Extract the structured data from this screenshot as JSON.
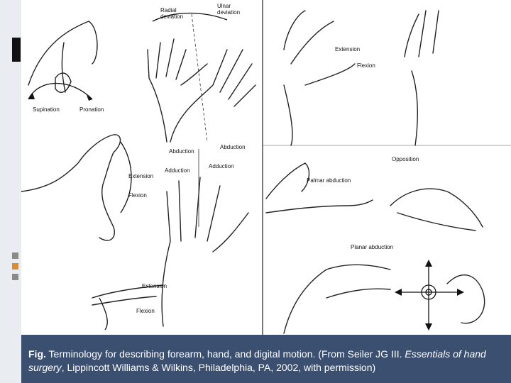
{
  "figure": {
    "labels": {
      "radial_deviation": "Radial\ndeviation",
      "ulnar_deviation": "Ulnar\ndeviation",
      "extension_top": "Extension",
      "flexion_top": "Flexion",
      "supination": "Supination",
      "pronation": "Pronation",
      "abduction_a": "Abduction",
      "abduction_b": "Abduction",
      "adduction_a": "Adduction",
      "adduction_b": "Adduction",
      "extension_wrist": "Extension",
      "flexion_wrist": "Flexion",
      "opposition": "Opposition",
      "palmar_abduction": "Palmar abduction",
      "planar_abduction": "Planar abduction",
      "extension_finger": "Extension",
      "flexion_finger": "Flexion"
    }
  },
  "caption": {
    "prefix": "Fig.",
    "text_1": " Terminology for describing forearm, hand, and digital motion. (From Seiler JG III. ",
    "italic_1": "Essentials of hand surgery",
    "text_2": ", Lippincott Williams & Wilkins, Philadelphia, PA, 2002, with permission)"
  },
  "colors": {
    "caption_bg": "#3b4f70",
    "caption_text": "#ffffff",
    "left_bar": "#e9ecf1",
    "bullet_dark": "#111111",
    "bullet_gray": "#8a8a8a",
    "bullet_orange": "#e08a2b"
  }
}
